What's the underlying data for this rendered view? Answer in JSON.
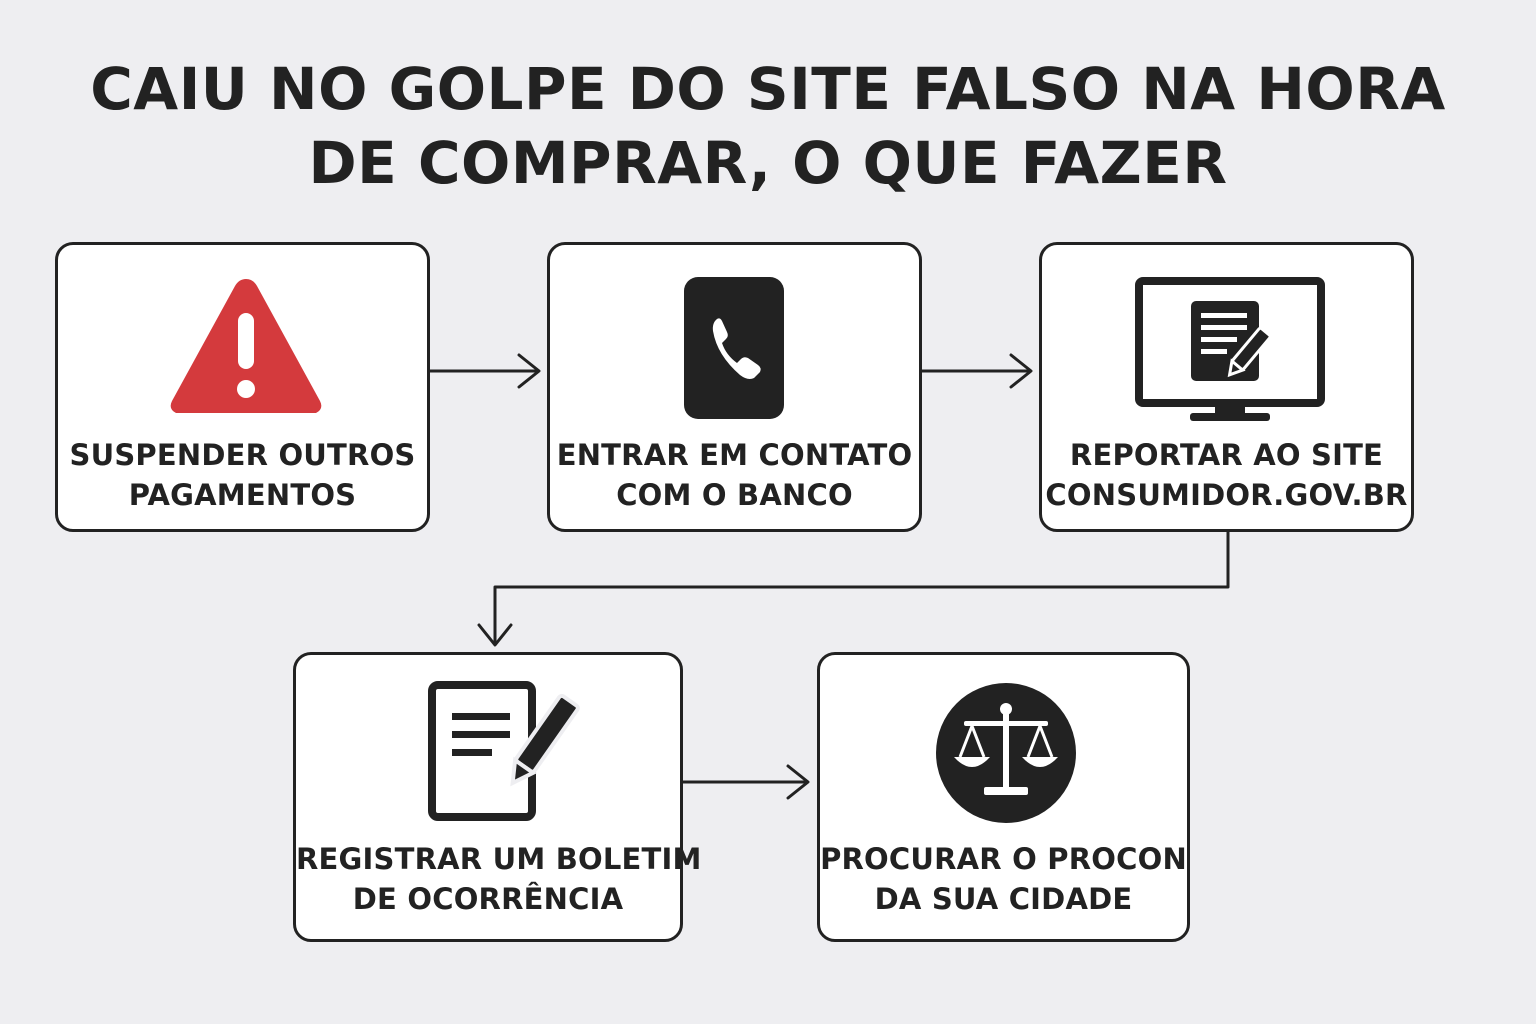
{
  "title": {
    "line1": "CAIU NO GOLPE DO SITE FALSO NA HORA",
    "line2": "DE COMPRAR, O QUE FAZER"
  },
  "steps": [
    {
      "icon": "warning-icon",
      "line1": "SUSPENDER OUTROS",
      "line2": "PAGAMENTOS",
      "color": "#d43a3d"
    },
    {
      "icon": "phone-icon",
      "line1": "ENTRAR EM CONTATO",
      "line2": "COM O BANCO",
      "color": "#222222"
    },
    {
      "icon": "computer-form-icon",
      "line1": "REPORTAR AO SITE",
      "line2": "CONSUMIDOR.GOV.BR",
      "color": "#222222"
    },
    {
      "icon": "document-pen-icon",
      "line1": "REGISTRAR UM BOLETIM",
      "line2": "DE OCORRÊNCIA",
      "color": "#222222"
    },
    {
      "icon": "scales-justice-icon",
      "line1": "PROCURAR O PROCON",
      "line2": "DA SUA CIDADE",
      "color": "#222222"
    }
  ]
}
